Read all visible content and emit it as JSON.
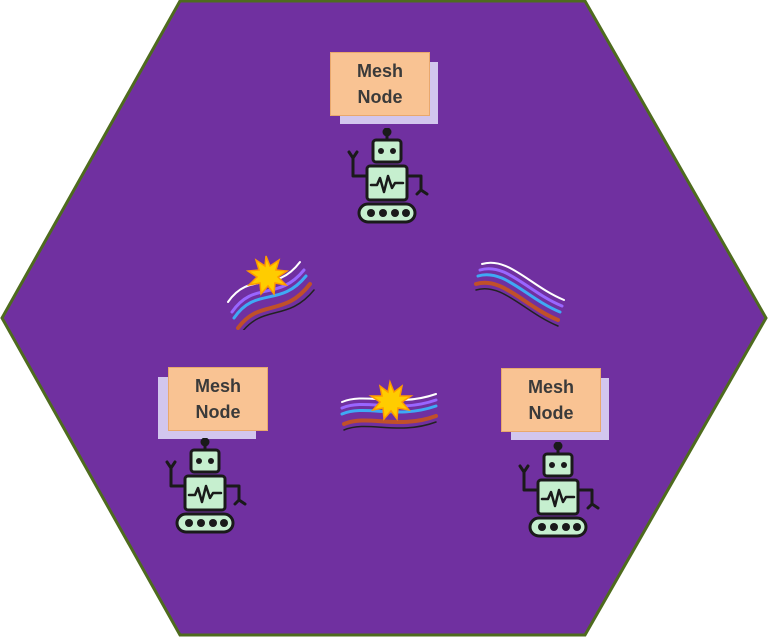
{
  "diagram": {
    "background_color": "#7030a0",
    "border_color": "#4e6b1e",
    "node_fill": "#f9c393",
    "node_shadow": "#d2c6ee",
    "robot_fill": "#c6efcf",
    "robot_stroke": "#1a1a1a",
    "nodes": [
      {
        "line1": "Mesh",
        "line2": "Node"
      },
      {
        "line1": "Mesh",
        "line2": "Node"
      },
      {
        "line1": "Mesh",
        "line2": "Node"
      }
    ],
    "icons": {
      "robot": "robot-icon",
      "signal_wave": "signal-wave-icon",
      "interference": "starburst-icon"
    }
  }
}
